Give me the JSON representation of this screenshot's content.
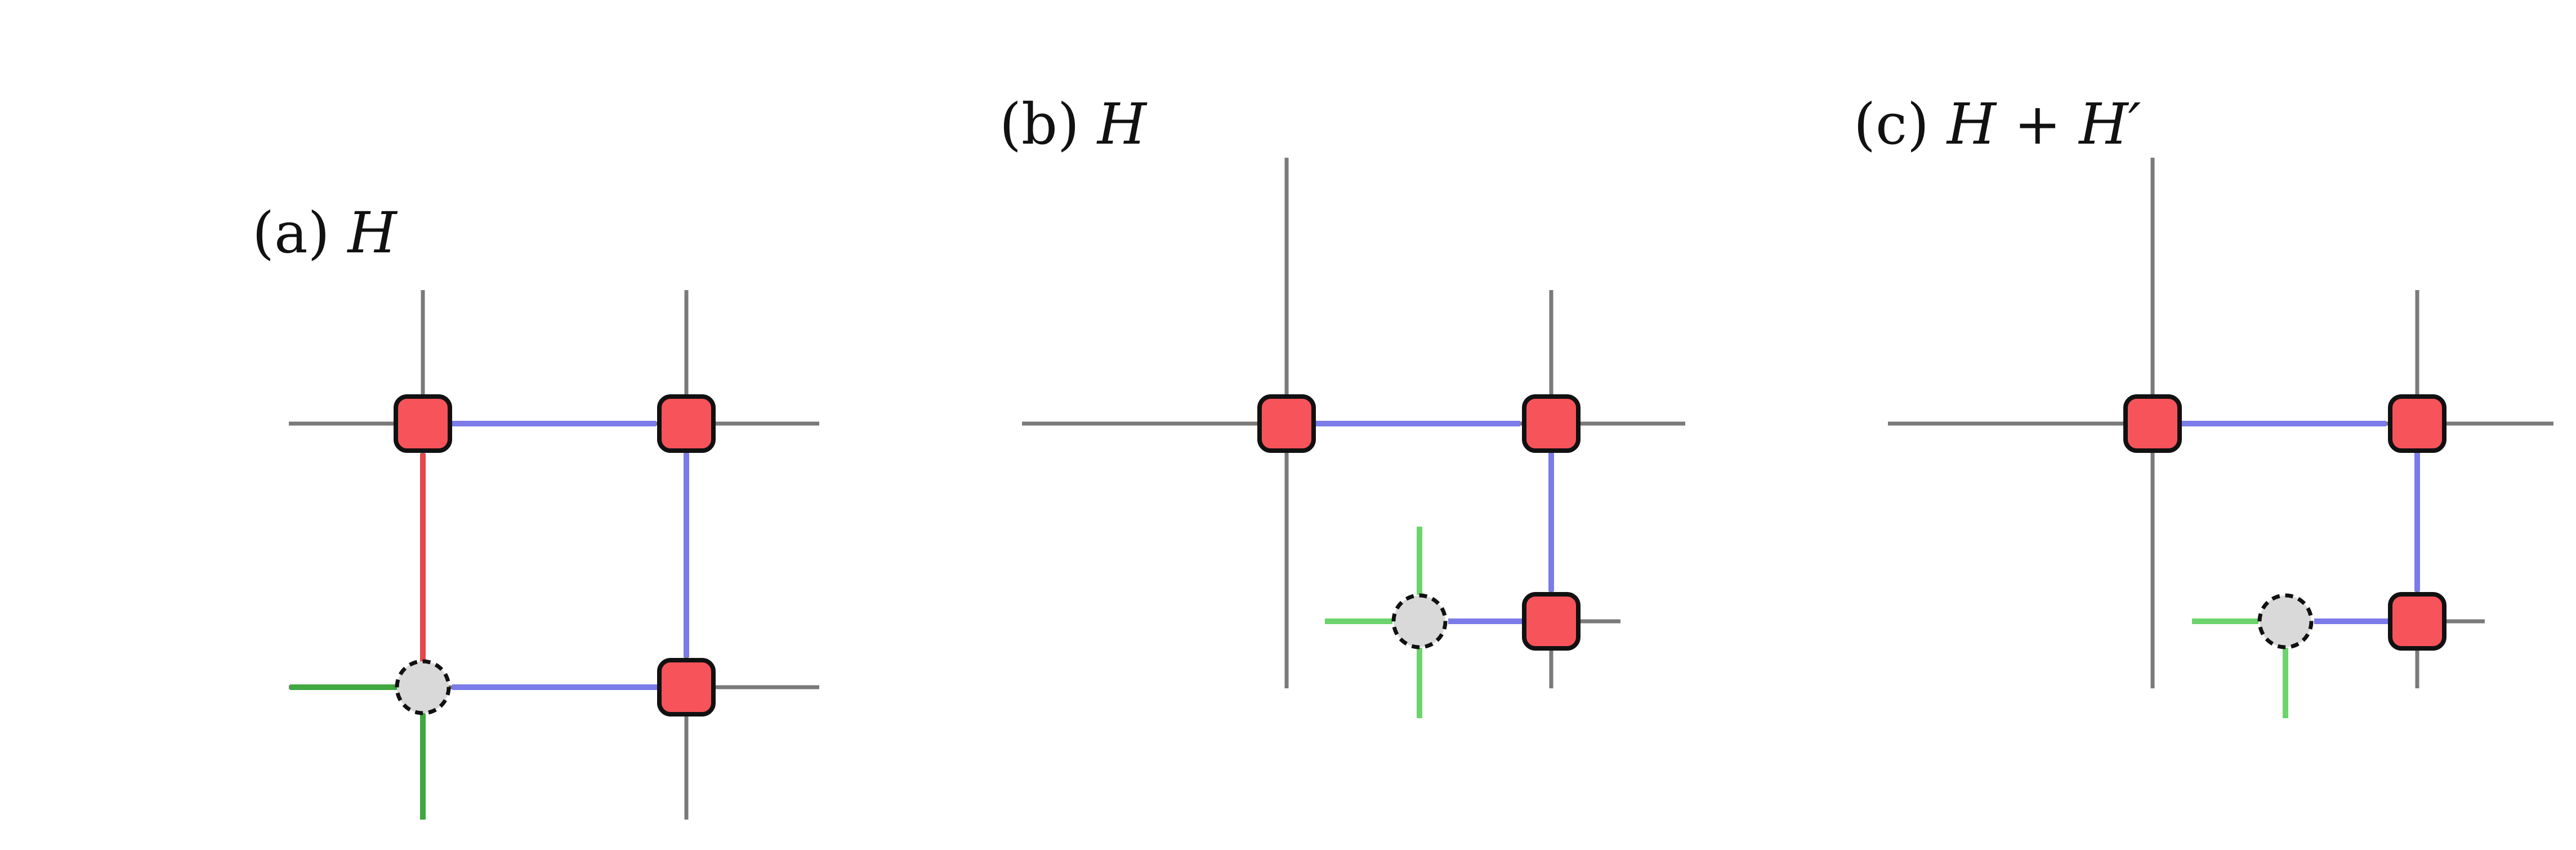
{
  "panels": [
    {
      "id": "a",
      "prefix": "(a) ",
      "math": "H"
    },
    {
      "id": "b",
      "prefix": "(b) ",
      "math": "H"
    },
    {
      "id": "c",
      "prefix": "(c) ",
      "math": "H + H′"
    }
  ],
  "colors": {
    "grid": "#7a7a7a",
    "node_fill": "#f7535a",
    "empty_fill": "#d9d9d9",
    "blue": "#7b7bea",
    "red": "#e5474b",
    "green_dark": "#3fa83f",
    "green_light": "#6dd46d"
  }
}
